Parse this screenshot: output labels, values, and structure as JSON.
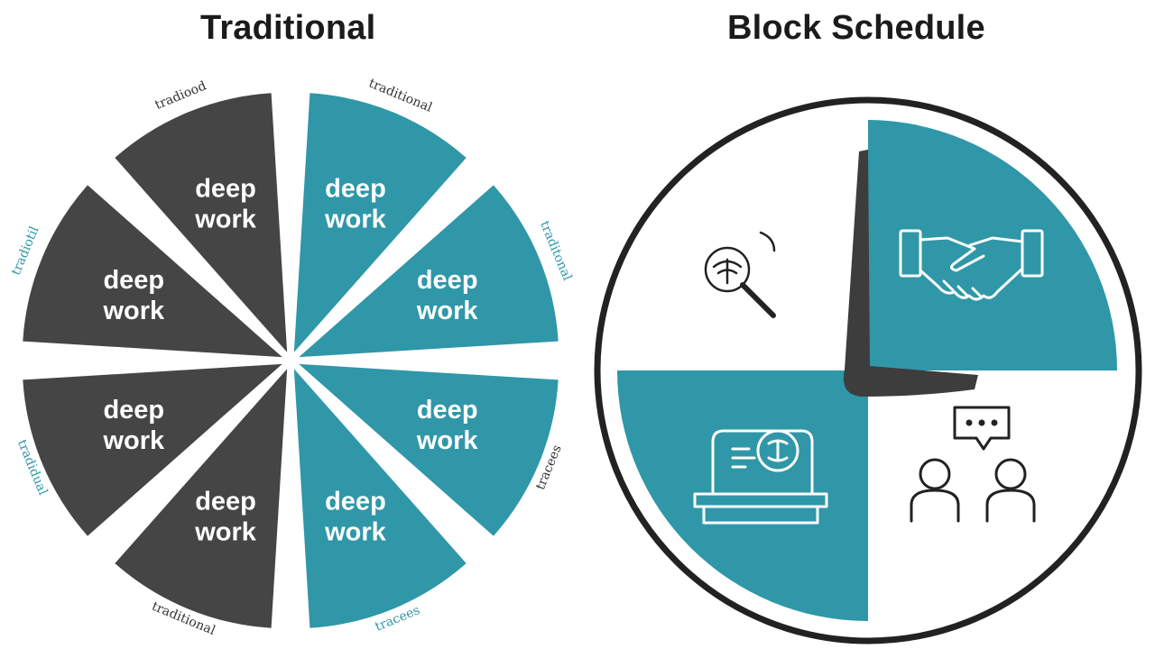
{
  "titles": {
    "traditional": "Traditional",
    "block": "Block Schedule"
  },
  "traditional_wheel": {
    "segments": [
      {
        "line1": "deep",
        "line2": "work",
        "color": "#454545"
      },
      {
        "line1": "deep",
        "line2": "work",
        "color": "#454545"
      },
      {
        "line1": "deep",
        "line2": "work",
        "color": "#454545"
      },
      {
        "line1": "deep",
        "line2": "work",
        "color": "#454545"
      },
      {
        "line1": "deep",
        "line2": "work",
        "color": "#2f97a8"
      },
      {
        "line1": "deep",
        "line2": "work",
        "color": "#2f97a8"
      },
      {
        "line1": "deep",
        "line2": "work",
        "color": "#2f97a8"
      },
      {
        "line1": "deep",
        "line2": "work",
        "color": "#2f97a8"
      }
    ],
    "edge_labels": [
      {
        "text": "tradiood",
        "color": "#333333"
      },
      {
        "text": "tradiotil",
        "color": "#2f97a8"
      },
      {
        "text": "tradidual",
        "color": "#2f97a8"
      },
      {
        "text": "traditional",
        "color": "#333333"
      },
      {
        "text": "traditional",
        "color": "#333333"
      },
      {
        "text": "traditonal",
        "color": "#2f97a8"
      },
      {
        "text": "tracees",
        "color": "#333333"
      },
      {
        "text": "tracees",
        "color": "#2f97a8"
      }
    ]
  },
  "block_wheel": {
    "colors": {
      "accent": "#2f97a8",
      "hand": "#3d3d3d",
      "outline": "#222222"
    },
    "quadrants": [
      {
        "position": "top-left",
        "icon": "magnifying-glass-icon",
        "filled": false
      },
      {
        "position": "top-right",
        "icon": "handshake-icon",
        "filled": true
      },
      {
        "position": "bottom-left",
        "icon": "desk-chat-icon",
        "filled": true
      },
      {
        "position": "bottom-right",
        "icon": "people-chat-icon",
        "filled": false
      }
    ]
  }
}
